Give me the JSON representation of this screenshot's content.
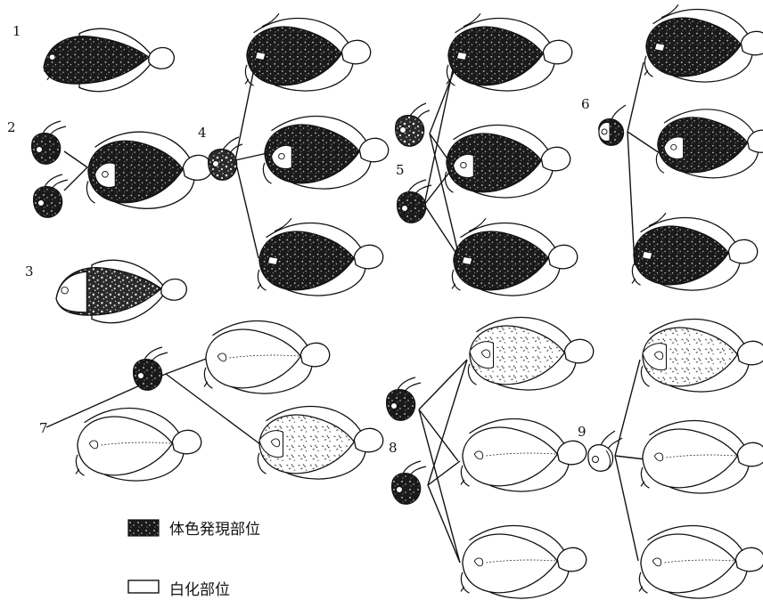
{
  "labels": {
    "n1": "1",
    "n2": "2",
    "n3": "3",
    "n4": "4",
    "n5": "5",
    "n6": "6",
    "n7": "7",
    "n8": "8",
    "n9": "9"
  },
  "legend": {
    "pigmented": "体色発現部位",
    "albino": "白化部位"
  },
  "colors": {
    "ink": "#111111",
    "pigment": "#1a1a1a",
    "pigment_speckle": "#dcdcdc",
    "background": "#ffffff"
  }
}
